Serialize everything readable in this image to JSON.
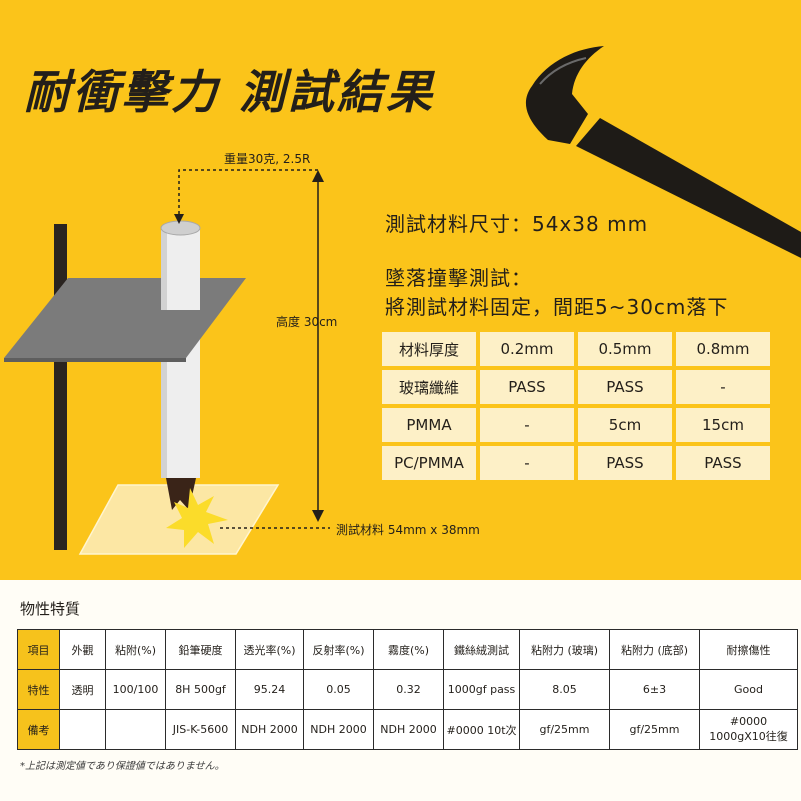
{
  "title": "耐衝擊力 測試結果",
  "diagram": {
    "weight_label": "重量30克, 2.5R",
    "height_label": "高度 30cm",
    "specimen_label": "測試材料 54mm x 38mm"
  },
  "info": {
    "size_line": "測試材料尺寸：54x38 mm",
    "drop_line1": "墜落撞擊測試：",
    "drop_line2": "將測試材料固定，間距5~30cm落下"
  },
  "results_table": {
    "rows": [
      [
        "材料厚度",
        "0.2mm",
        "0.5mm",
        "0.8mm"
      ],
      [
        "玻璃纖維",
        "PASS",
        "PASS",
        "-"
      ],
      [
        "PMMA",
        "-",
        "5cm",
        "15cm"
      ],
      [
        "PC/PMMA",
        "-",
        "PASS",
        "PASS"
      ]
    ]
  },
  "properties": {
    "section_title": "物性特質",
    "rows": [
      [
        "項目",
        "外觀",
        "粘附(%)",
        "鉛筆硬度",
        "透光率(%)",
        "反射率(%)",
        "霧度(%)",
        "鐵絲絨測試",
        "粘附力 (玻璃)",
        "粘附力 (底部)",
        "耐擦傷性"
      ],
      [
        "特性",
        "透明",
        "100/100",
        "8H 500gf",
        "95.24",
        "0.05",
        "0.32",
        "1000gf pass",
        "8.05",
        "6±3",
        "Good"
      ],
      [
        "備考",
        "",
        "",
        "JIS-K-5600",
        "NDH 2000",
        "NDH 2000",
        "NDH 2000",
        "#0000 10t次",
        "gf/25mm",
        "gf/25mm",
        "#0000\n1000gX10往復"
      ]
    ]
  },
  "footnote": "*上記は測定値であり保證値ではありません。",
  "colors": {
    "background_yellow": "#fbc41a",
    "cell_cream": "#fdf0c7",
    "dark": "#231f1a"
  }
}
